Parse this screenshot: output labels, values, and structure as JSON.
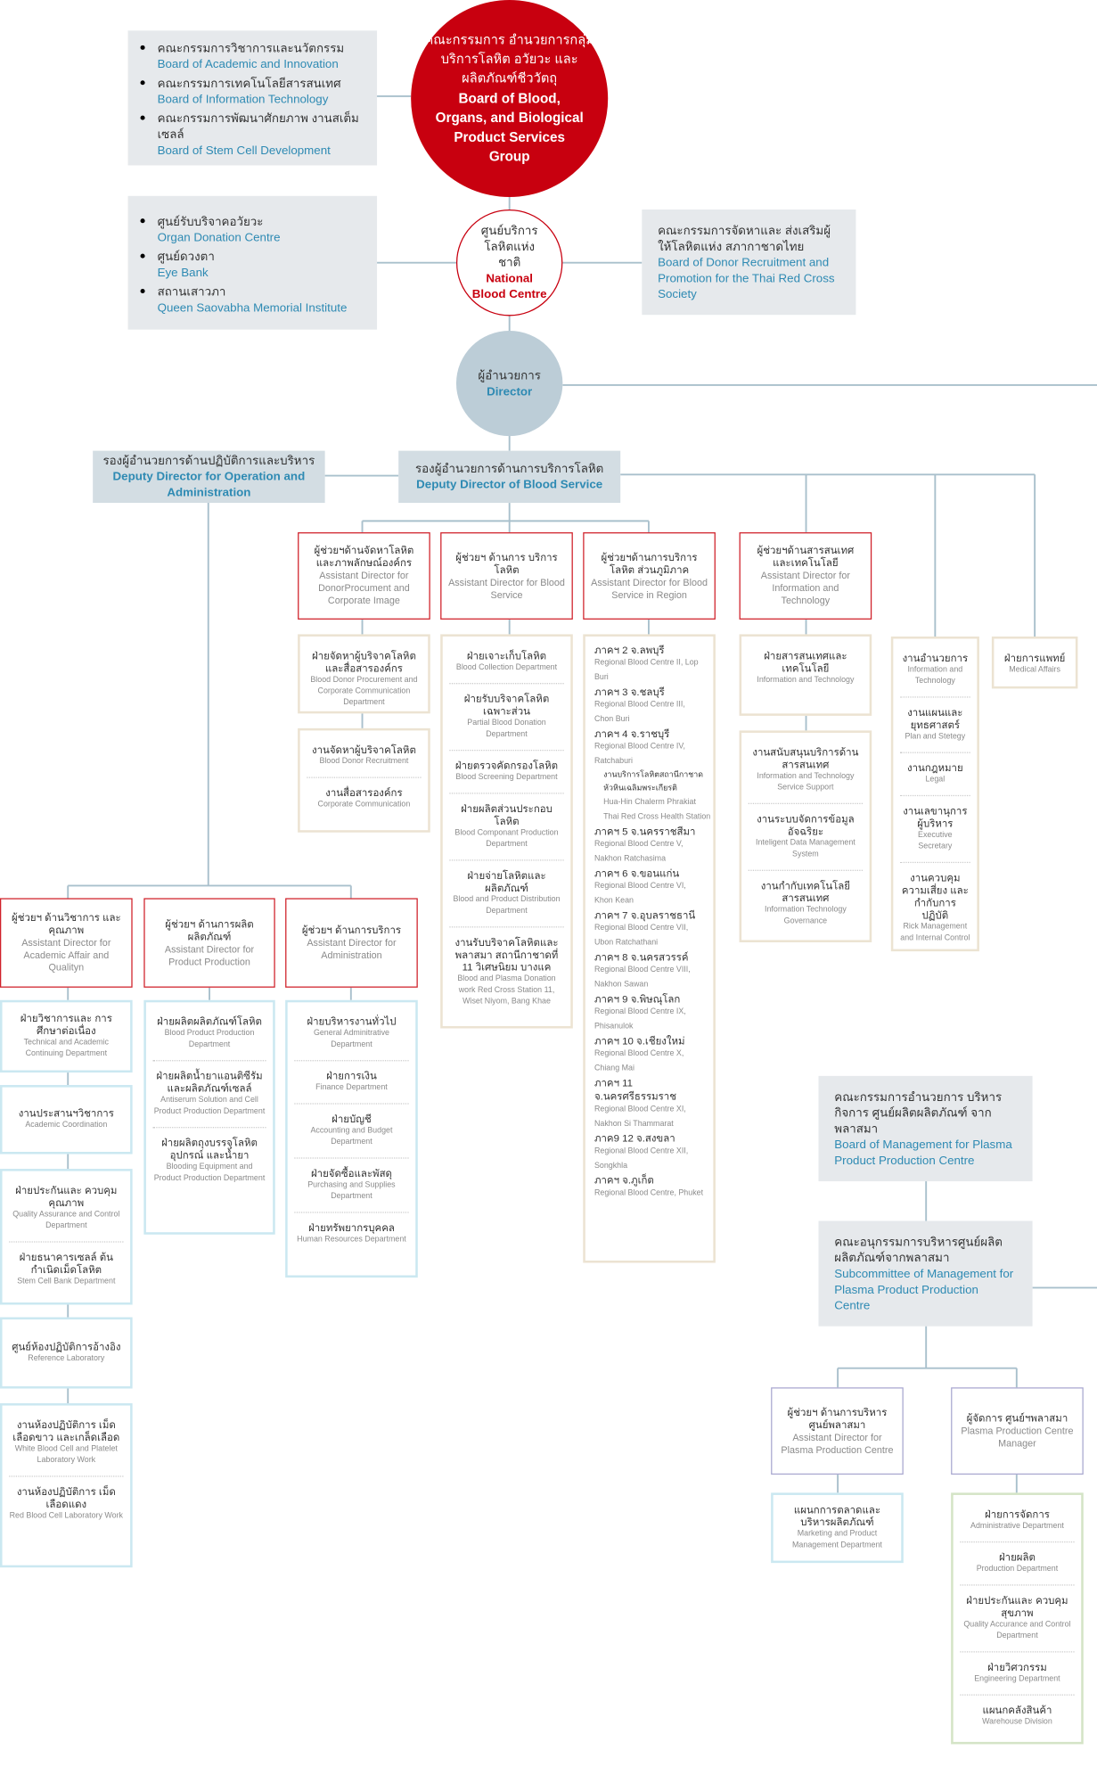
{
  "nodes": {
    "academic_boards": {
      "items": [
        {
          "th": "คณะกรรมการวิชาการและนวัตกรรม",
          "en": "Board of Academic and Innovation"
        },
        {
          "th": "คณะกรรมการเทคโนโลยีสารสนเทศ",
          "en": "Board of Information Technology"
        },
        {
          "th": "คณะกรรมการพัฒนาศักยภาพ งานสเต็มเซลล์",
          "en": "Board of Stem Cell Development"
        }
      ]
    },
    "main_board": {
      "th": "คณะกรรมการ อำนวยการกลุ่มบริการโลหิต อวัยวะ และผลิตภัณฑ์ชีววัตถุ",
      "en": "Board of Blood, Organs, and Biological Product Services Group"
    },
    "centres": {
      "items": [
        {
          "th": "ศูนย์รับบริจาคอวัยวะ",
          "en": "Organ Donation Centre"
        },
        {
          "th": "ศูนย์ดวงตา",
          "en": "Eye Bank"
        },
        {
          "th": "สถานเสาวภา",
          "en": "Queen Saovabha Memorial Institute"
        }
      ]
    },
    "nbc": {
      "th": "ศูนย์บริการ โลหิตแห่งชาติ",
      "en": "National Blood Centre"
    },
    "donor_board": {
      "th": "คณะกรรมการจัดหาและ ส่งเสริมผู้ให้โลหิตแห่ง สภากาชาดไทย",
      "en": "Board of Donor Recruitment and Promotion for the Thai Red Cross Society"
    },
    "director": {
      "th": "ผู้อำนวยการ",
      "en": "Director"
    },
    "deputy_ops": {
      "th": "รองผู้อำนวยการด้านปฏิบัติการและบริหาร",
      "en": "Deputy Director for Operation and Administration"
    },
    "deputy_blood": {
      "th": "รองผู้อำนวยการด้านการบริการโลหิต",
      "en": "Deputy Director of Blood Service"
    },
    "asst_donor": {
      "th": "ผู้ช่วยฯด้านจัดหาโลหิต และภาพลักษณ์องค์กร",
      "en": "Assistant Director for DonorProcument and Corporate Image"
    },
    "donor_dept": {
      "items": [
        {
          "th": "ฝ่ายจัดหาผู้บริจาคโลหิต และสื่อสารองค์กร",
          "en": "Blood Donor Procurement and Corporate Communication Department"
        }
      ]
    },
    "donor_units": {
      "items": [
        {
          "th": "งานจัดหาผู้บริจาคโลหิต",
          "en": "Blood Donor Recruitment"
        },
        {
          "th": "งานสื่อสารองค์กร",
          "en": "Corporate Communication"
        }
      ]
    },
    "asst_blood": {
      "th": "ผู้ช่วยฯ ด้านการ บริการโลหิต",
      "en": "Assistant Director for Blood Service"
    },
    "blood_depts": {
      "items": [
        {
          "th": "ฝ่ายเจาะเก็บโลหิต",
          "en": "Blood Collection Department"
        },
        {
          "th": "ฝ่ายรับบริจาคโลหิต เฉพาะส่วน",
          "en": "Partial Blood Donation Department"
        },
        {
          "th": "ฝ่ายตรวจคัดกรองโลหิต",
          "en": "Blood Screening Department"
        },
        {
          "th": "ฝ่ายผลิตส่วนประกอบโลหิต",
          "en": "Blood Componant Production Department"
        },
        {
          "th": "ฝ่ายจ่ายโลหิตและผลิตภัณฑ์",
          "en": "Blood and Product Distribution Department"
        },
        {
          "th": "งานรับบริจาคโลหิตและ พลาสมา สถานีกาชาดที่ 11 วิเศษนิยม บางแค",
          "en": "Blood and Plasma Donation work Red Cross Station 11, Wiset Niyom, Bang Khae"
        }
      ]
    },
    "asst_region": {
      "th": "ผู้ช่วยฯด้านการบริการ โลหิต ส่วนภูมิภาค",
      "en": "Assistant Director for Blood Service in Region"
    },
    "regions": {
      "items": [
        {
          "th": "ภาคฯ 2 จ.ลพบุรี",
          "en": "Regional Blood Centre II, Lop Buri"
        },
        {
          "th": "ภาคฯ 3 จ.ชลบุรี",
          "en": "Regional Blood Centre III, Chon Buri"
        },
        {
          "th": "ภาคฯ 4 จ.ราชบุรี",
          "en": "Regional Blood Centre IV, Ratchaburi"
        },
        {
          "th": "งานบริการโลหิตสถานีกาชาดหัวหินเฉลิมพระเกียรติ",
          "en": "Hua-Hin Chalerm Phrakiat Thai Red Cross Health Station",
          "sub": true
        },
        {
          "th": "ภาคฯ 5 จ.นครราชสีมา",
          "en": "Regional Blood Centre V, Nakhon Ratchasima"
        },
        {
          "th": "ภาคฯ 6 จ.ขอนแก่น",
          "en": "Regional Blood Centre VI, Khon Kean"
        },
        {
          "th": "ภาคฯ 7 จ.อุบลราชธานี",
          "en": "Regional Blood Centre VII, Ubon Ratchathani"
        },
        {
          "th": "ภาคฯ 8 จ.นครสวรรค์",
          "en": "Regional Blood Centre VIII, Nakhon Sawan"
        },
        {
          "th": "ภาคฯ 9 จ.พิษณุโลก",
          "en": "Regional Blood Centre IX, Phisanulok"
        },
        {
          "th": "ภาคฯ 10 จ.เชียงใหม่",
          "en": "Regional Blood Centre X, Chiang Mai"
        },
        {
          "th": "ภาคฯ 11 จ.นครศรีธรรมราช",
          "en": "Regional Blood Centre XI, Nakhon Si Thammarat"
        },
        {
          "th": "ภาค9 12 จ.สงขลา",
          "en": "Regional Blood Centre XII, Songkhla"
        },
        {
          "th": "ภาคฯ จ.ภูเก็ต",
          "en": "Regional Blood Centre, Phuket"
        }
      ]
    },
    "asst_it": {
      "th": "ผู้ช่วยฯด้านสารสนเทศ และเทคโนโลยี",
      "en": "Assistant Director for Information and Technology"
    },
    "it_dept": {
      "items": [
        {
          "th": "ฝ่ายสารสนเทศและ เทคโนโลยี",
          "en": "Information and Technology"
        }
      ]
    },
    "it_units": {
      "items": [
        {
          "th": "งานสนับสนุนบริการด้าน สารสนเทศ",
          "en": "Information and Technology Service Support"
        },
        {
          "th": "งานระบบจัดการข้อมูล อัจฉริยะ",
          "en": "Inteligent Data Management System"
        },
        {
          "th": "งานกำกับเทคโนโลยี สารสนเทศ",
          "en": "Information Technology Governance"
        }
      ]
    },
    "director_units": {
      "items": [
        {
          "th": "งานอำนวยการ",
          "en": "Information and Technology"
        },
        {
          "th": "งานแผนและ ยุทธศาสตร์",
          "en": "Plan and Stetegy"
        },
        {
          "th": "งานกฎหมาย",
          "en": "Legal"
        },
        {
          "th": "งานเลขานุการ ผู้บริหาร",
          "en": "Executive Secretary"
        },
        {
          "th": "งานควบคุม ความเสี่ยง และกำกับการ ปฏิบัติ",
          "en": "Rick Management and Internal Control"
        }
      ]
    },
    "medical": {
      "items": [
        {
          "th": "ฝ่ายการแพทย์",
          "en": "Medical Affairs"
        }
      ]
    },
    "asst_academic": {
      "th": "ผู้ช่วยฯ ด้านวิชาการ และคุณภาพ",
      "en": "Assistant Director for Academic Affair and Qualityn"
    },
    "acad_1": {
      "items": [
        {
          "th": "ฝ่ายวิชาการและ การศึกษาต่อเนื่อง",
          "en": "Technical and Academic Continuing Department"
        }
      ]
    },
    "acad_2": {
      "items": [
        {
          "th": "งานประสานฯวิชาการ",
          "en": "Academic Coordination"
        }
      ]
    },
    "acad_3": {
      "items": [
        {
          "th": "ฝ่ายประกันและ ควบคุมคุณภาพ",
          "en": "Quality Assurance and Control Department"
        },
        {
          "th": "ฝ่ายธนาคารเซลล์ ต้นกำเนิดเม็ดโลหิต",
          "en": "Stem Cell Bank Department"
        }
      ]
    },
    "acad_4": {
      "items": [
        {
          "th": "ศูนย์ห้องปฏิบัติการอ้างอิง",
          "en": "Reference Laboratory"
        }
      ]
    },
    "acad_5": {
      "items": [
        {
          "th": "งานห้องปฏิบัติการ เม็ดเลือดขาว และเกล็ดเลือด",
          "en": "White Blood Cell and Platelet Laboratory Work"
        },
        {
          "th": "งานห้องปฏิบัติการ เม็ดเลือดแดง",
          "en": "Red Blood Cell Laboratory Work"
        }
      ]
    },
    "asst_product": {
      "th": "ผู้ช่วยฯ ด้านการผลิต ผลิตภัณฑ์",
      "en": "Assistant Director for Product Production"
    },
    "product_depts": {
      "items": [
        {
          "th": "ฝ่ายผลิตผลิตภัณฑ์โลหิต",
          "en": "Blood Product Production Department"
        },
        {
          "th": "ฝ่ายผลิตน้ำยาแอนติซีรัม และผลิตภัณฑ์เซลล์",
          "en": "Antiserum Solution and Cell Product Production Department"
        },
        {
          "th": "ฝ่ายผลิตถุงบรรจุโลหิต อุปกรณ์ และน้ำยา",
          "en": "Blooding Equipment and Product Production Department"
        }
      ]
    },
    "asst_admin": {
      "th": "ผู้ช่วยฯ ด้านการบริการ",
      "en": "Assistant Director for Administration"
    },
    "admin_depts": {
      "items": [
        {
          "th": "ฝ่ายบริหารงานทั่วไป",
          "en": "General Adminitrative Department"
        },
        {
          "th": "ฝ่ายการเงิน",
          "en": "Finance Department"
        },
        {
          "th": "ฝ่ายบัญชี",
          "en": "Accounting and Budget Department"
        },
        {
          "th": "ฝ่ายจัดซื้อและพัสดุ",
          "en": "Purchasing and Supplies Department"
        },
        {
          "th": "ฝ่ายทรัพยากรบุคคล",
          "en": "Human Resources Department"
        }
      ]
    },
    "plasma_board": {
      "th": "คณะกรรมการอำนวยการ บริหารกิจการ ศูนย์ผลิตผลิตภัณฑ์ จากพลาสมา",
      "en": "Board of Management for Plasma Product Production Centre"
    },
    "plasma_sub": {
      "th": "คณะอนุกรรมการบริหารศูนย์ผลิต ผลิตภัณฑ์จากพลาสมา",
      "en": "Subcommittee of Management for Plasma Product Production Centre"
    },
    "asst_plasma": {
      "th": "ผู้ช่วยฯ ด้านการบริหาร ศูนย์พลาสมา",
      "en": "Assistant Director for Plasma Production Centre"
    },
    "plasma_mkt": {
      "items": [
        {
          "th": "แผนกการตลาดและ บริหารผลิตภัณฑ์",
          "en": "Marketing and Product Management Department"
        }
      ]
    },
    "plasma_mgr": {
      "th": "ผู้จัดการ ศูนย์ฯพลาสมา",
      "en": "Plasma Production Centre Manager"
    },
    "plasma_depts": {
      "items": [
        {
          "th": "ฝ่ายการจัดการ",
          "en": "Administrative Department"
        },
        {
          "th": "ฝ่ายผลิต",
          "en": "Production Department"
        },
        {
          "th": "ฝ่ายประกันและ ควบคุมสุขภาพ",
          "en": "Quality Accurance and Control Department"
        },
        {
          "th": "ฝ่ายวิศวกรรม",
          "en": "Engineering Department"
        },
        {
          "th": "แผนกคลังสินค้า",
          "en": "Warehouse Division"
        }
      ]
    }
  }
}
